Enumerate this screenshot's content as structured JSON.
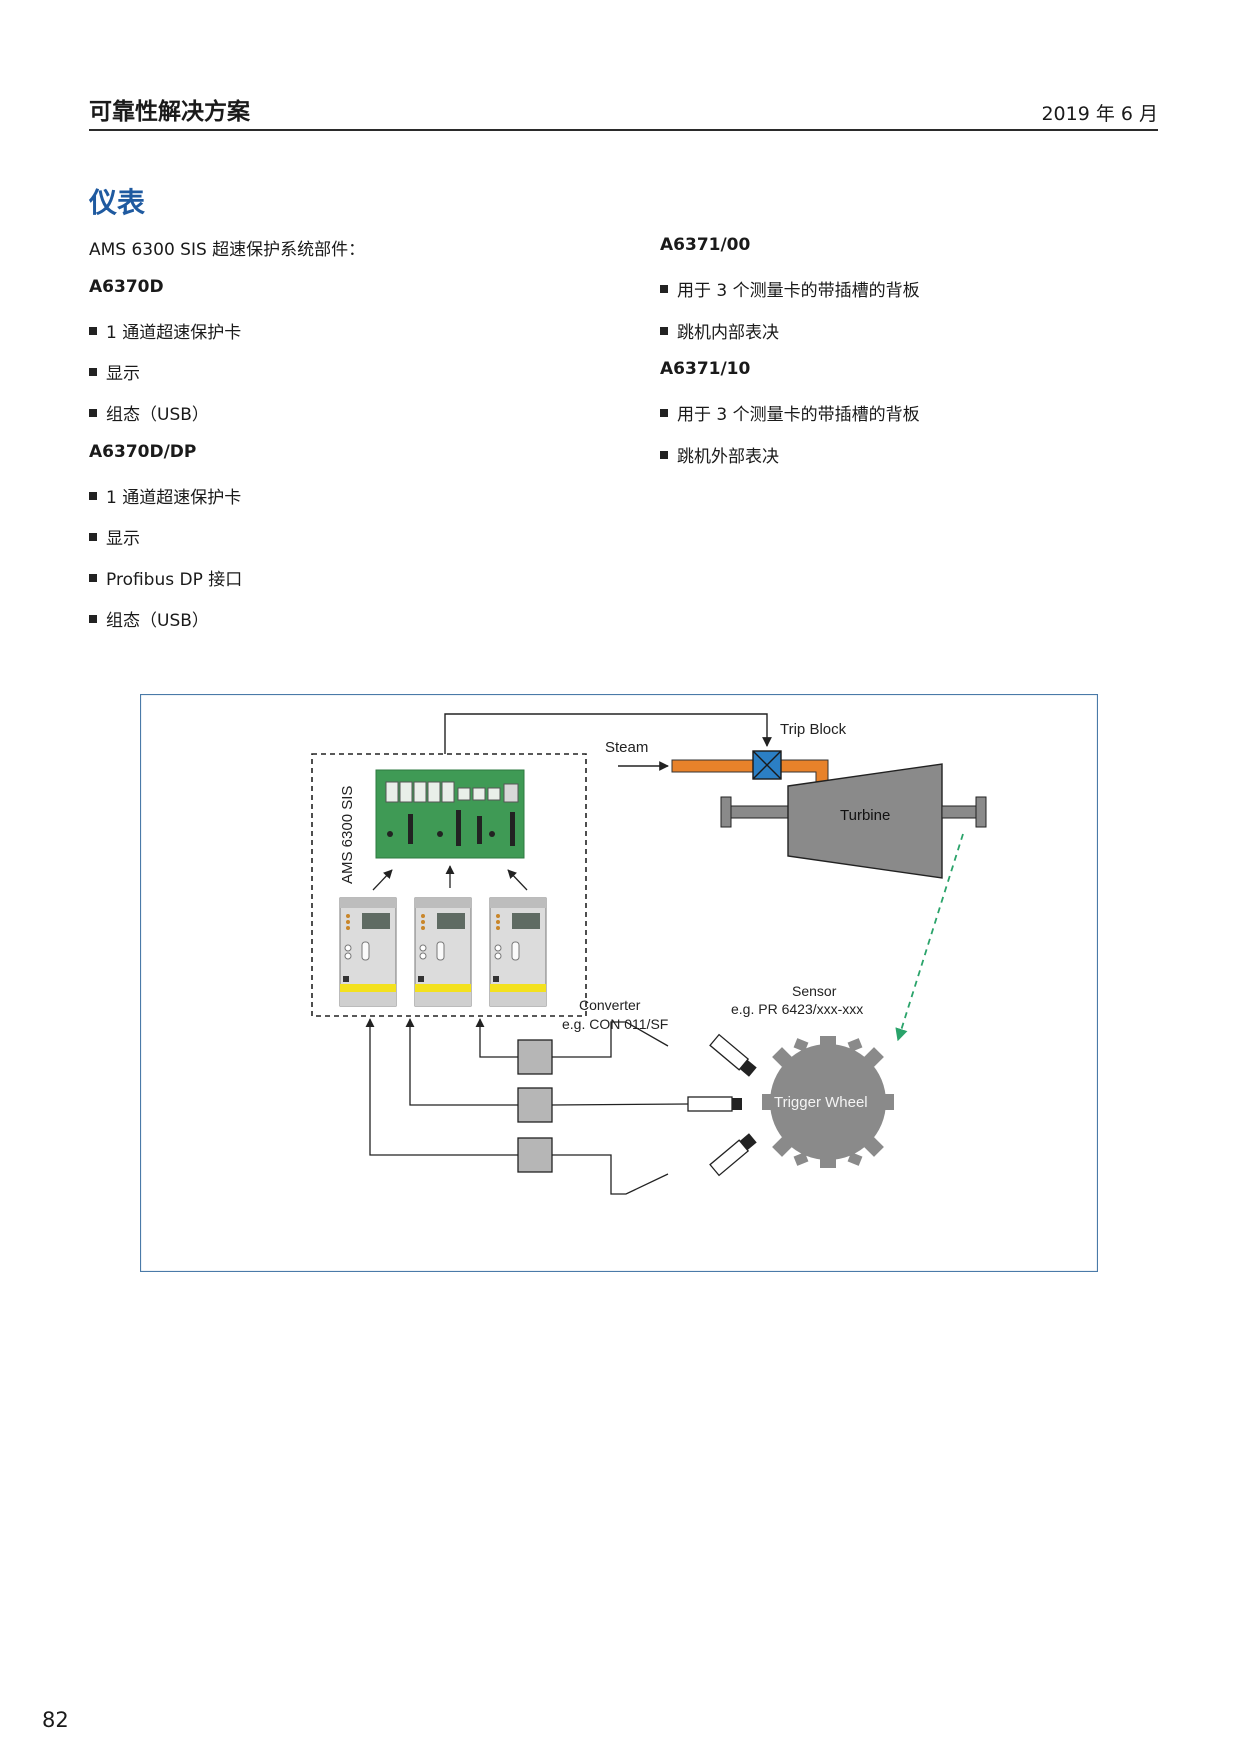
{
  "header": {
    "title": "可靠性解决方案",
    "date": "2019 年 6 月"
  },
  "section": {
    "title": "仪表"
  },
  "left_column": {
    "intro": "AMS 6300 SIS 超速保护系统部件：",
    "groups": [
      {
        "heading": "A6370D",
        "items": [
          "1 通道超速保护卡",
          "显示",
          "组态（USB）"
        ]
      },
      {
        "heading": "A6370D/DP",
        "items": [
          "1 通道超速保护卡",
          "显示",
          "Profibus DP 接口",
          "组态（USB）"
        ]
      }
    ]
  },
  "right_column": {
    "groups": [
      {
        "heading": "A6371/00",
        "items": [
          "用于 3 个测量卡的带插槽的背板",
          "跳机内部表决"
        ]
      },
      {
        "heading": "A6371/10",
        "items": [
          "用于 3 个测量卡的带插槽的背板",
          "跳机外部表决"
        ]
      }
    ]
  },
  "diagram": {
    "system_label": "AMS 6300 SIS",
    "trip_block": "Trip Block",
    "steam": "Steam",
    "turbine": "Turbine",
    "sensor": "Sensor",
    "sensor_example": "e.g. PR 6423/xxx-xxx",
    "converter": "Converter",
    "converter_example": "e.g. CON 011/SF",
    "trigger_wheel": "Trigger Wheel",
    "colors": {
      "frame": "#4a7aa8",
      "steam_pipe": "#e8822a",
      "trip_valve": "#2b7fc4",
      "turbine": "#8a8a8a",
      "board": "#3f9a55",
      "feedback": "#2aa36a",
      "module_stripe": "#f3e11e"
    }
  },
  "page_number": "82"
}
